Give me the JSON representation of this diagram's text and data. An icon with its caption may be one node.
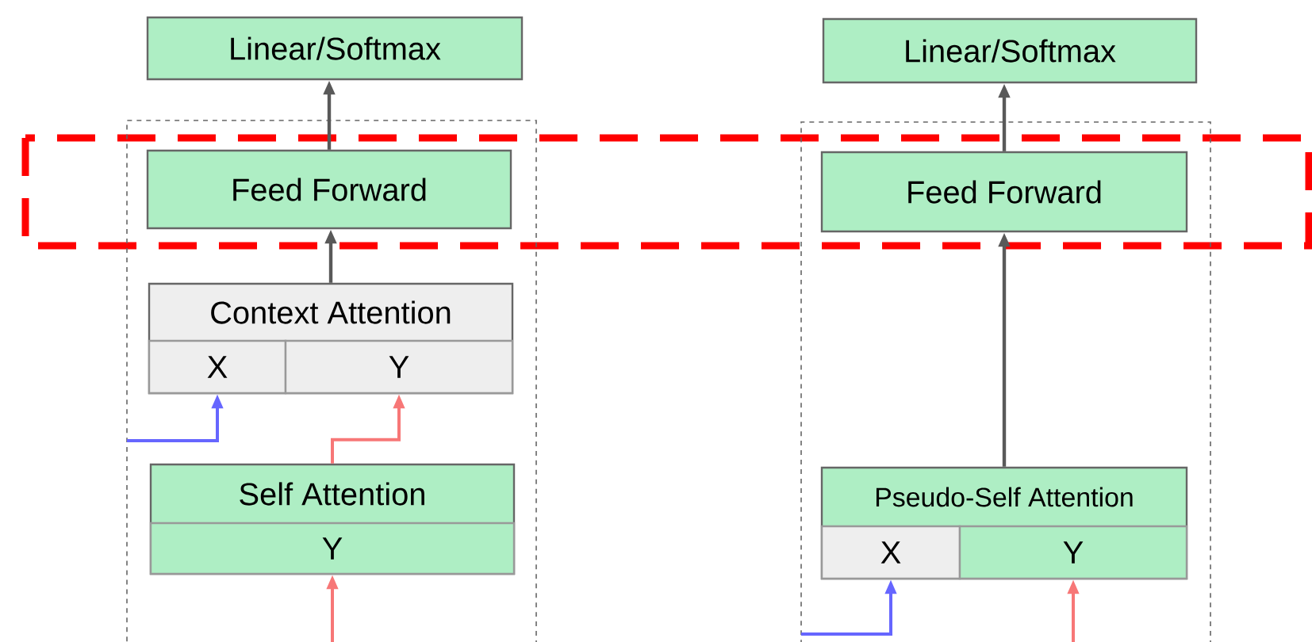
{
  "diagram": {
    "nodes": [
      {
        "text": [
          "Linear/Softmax"
        ]
      },
      {
        "text": [],
        "shape": "box"
      },
      {
        "text": [
          "Feed Forward"
        ],
        "in": 1
      },
      {
        "text": [
          "Context Attention"
        ],
        "in": 1
      },
      {
        "text": [
          "X"
        ],
        "in": 3
      },
      {
        "text": [
          "Y"
        ],
        "in": 3
      },
      {
        "text": [
          "Self Attention"
        ],
        "in": 1
      },
      {
        "text": [
          "Y"
        ],
        "in": 6
      },
      {
        "text": [
          "Linear/Softmax"
        ]
      },
      {
        "text": [],
        "shape": "box"
      },
      {
        "text": [
          "Feed Forward"
        ],
        "in": 9
      },
      {
        "text": [
          "Pseudo-Self Attention"
        ],
        "in": 9
      },
      {
        "text": [
          "X"
        ],
        "in": 11
      },
      {
        "text": [
          "Y"
        ],
        "in": 11
      }
    ],
    "edges": [
      {
        "from": 2,
        "to": 0,
        "arrow": "to"
      },
      {
        "from": 3,
        "to": 2,
        "arrow": "to"
      },
      {
        "from": null,
        "to": 4,
        "arrow": "to",
        "color": "#6666ff"
      },
      {
        "from": 6,
        "to": 5,
        "arrow": "to",
        "color": "#f77777"
      },
      {
        "from": null,
        "to": 7,
        "arrow": "to",
        "color": "#f77777"
      },
      {
        "from": 10,
        "to": 8,
        "arrow": "to"
      },
      {
        "from": 11,
        "to": 10,
        "arrow": "to"
      },
      {
        "from": null,
        "to": 12,
        "arrow": "to",
        "color": "#6666ff"
      },
      {
        "from": null,
        "to": 13,
        "arrow": "to",
        "color": "#f77777"
      }
    ]
  }
}
